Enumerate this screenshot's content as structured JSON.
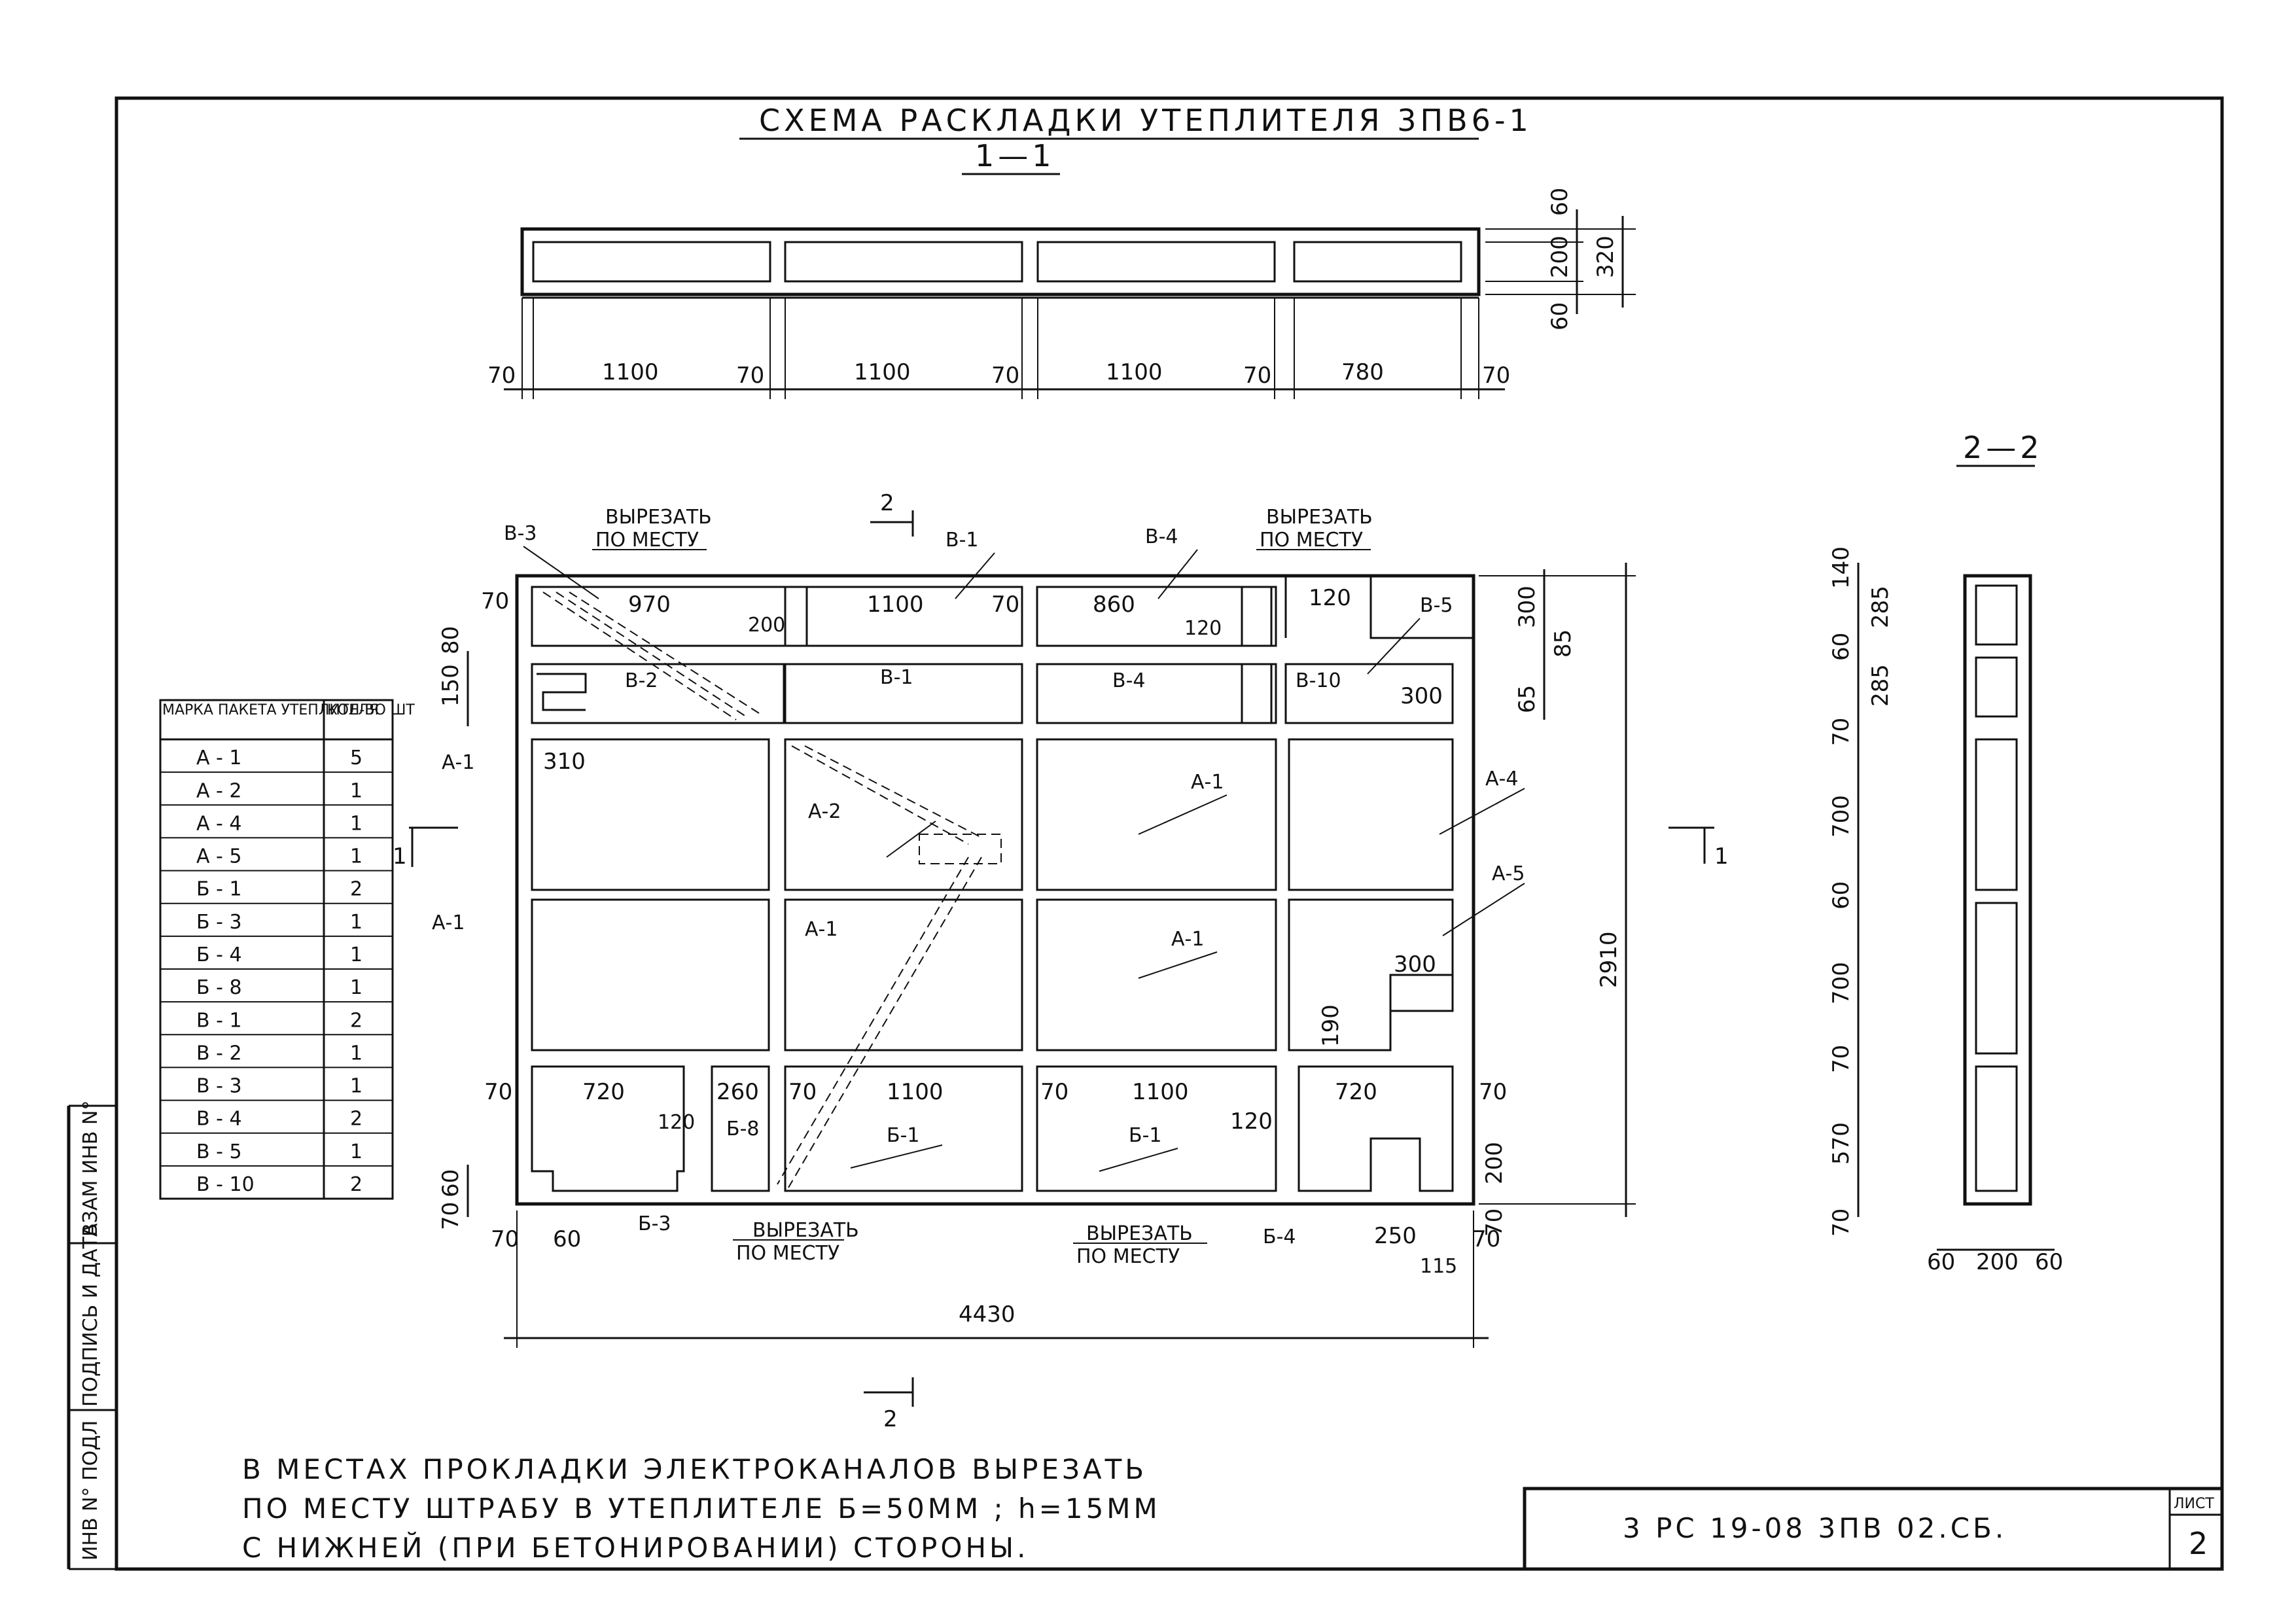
{
  "title": "СХЕМА РАСКЛАДКИ УТЕПЛИТЕЛЯ 3ПВ6-1",
  "section_1": "1—1",
  "section_2": "2—2",
  "cut_mark_1": "1",
  "cut_mark_2": "2",
  "top_section": {
    "dims_bottom": [
      "70",
      "1100",
      "70",
      "1100",
      "70",
      "1100",
      "70",
      "780",
      "70"
    ],
    "dims_right": [
      "60",
      "200",
      "60",
      "320"
    ]
  },
  "plan": {
    "total_width": "4430",
    "total_height": "2910",
    "right_dims": [
      "300",
      "85",
      "65"
    ],
    "left_dims": [
      "150",
      "80",
      "70",
      "60",
      "70"
    ],
    "row_top_dims": [
      "970",
      "1100",
      "70",
      "860",
      "120",
      "200",
      "120"
    ],
    "row_mid_dims": [
      "300",
      "310"
    ],
    "bottom_row_dims": [
      "70",
      "720",
      "120",
      "260",
      "70",
      "1100",
      "70",
      "1100",
      "120",
      "720",
      "70"
    ],
    "bottom_dims": [
      "70",
      "60",
      "250",
      "70",
      "115",
      "200",
      "70",
      "300",
      "190"
    ],
    "labels": [
      "В-3",
      "В-1",
      "В-4",
      "В-5",
      "В-2",
      "В-1",
      "В-4",
      "В-10",
      "А-1",
      "А-2",
      "А-1",
      "А-4",
      "А-5",
      "А-1",
      "А-1",
      "А-1",
      "Б-1",
      "Б-1",
      "Б-8",
      "Б-3",
      "Б-4"
    ],
    "cut_notes": [
      "ВЫРЕЗАТЬ",
      "ПО МЕСТУ"
    ]
  },
  "side_section": {
    "dims_left": [
      "140",
      "285",
      "60",
      "285",
      "70",
      "700",
      "60",
      "700",
      "70",
      "570",
      "70"
    ],
    "dims_bottom": [
      "60",
      "200",
      "60"
    ]
  },
  "table": {
    "headers": [
      "МАРКА ПАКЕТА УТЕПЛИТЕЛЯ",
      "КОЛ-ВО ШТ"
    ],
    "rows": [
      [
        "А - 1",
        "5"
      ],
      [
        "А - 2",
        "1"
      ],
      [
        "А - 4",
        "1"
      ],
      [
        "А - 5",
        "1"
      ],
      [
        "Б - 1",
        "2"
      ],
      [
        "Б - 3",
        "1"
      ],
      [
        "Б - 4",
        "1"
      ],
      [
        "Б - 8",
        "1"
      ],
      [
        "В - 1",
        "2"
      ],
      [
        "В - 2",
        "1"
      ],
      [
        "В - 3",
        "1"
      ],
      [
        "В - 4",
        "2"
      ],
      [
        "В - 5",
        "1"
      ],
      [
        "В - 10",
        "2"
      ]
    ]
  },
  "note": [
    "В МЕСТАХ ПРОКЛАДКИ ЭЛЕКТРОКАНАЛОВ ВЫРЕЗАТЬ",
    "ПО МЕСТУ ШТРАБУ В УТЕПЛИТЕЛЕ Б=50ММ ; h=15ММ",
    "С НИЖНЕЙ (ПРИ БЕТОНИРОВАНИИ) СТОРОНЫ."
  ],
  "stamp": {
    "code": "3 РС 19-08   3ПВ 02.СБ.",
    "sheet_label": "ЛИСТ",
    "sheet_no": "2"
  },
  "side_strip": [
    "ИНВ N° ПОДЛ",
    "ПОДПИСЬ И ДАТА",
    "ВЗАМ ИНВ N°"
  ]
}
